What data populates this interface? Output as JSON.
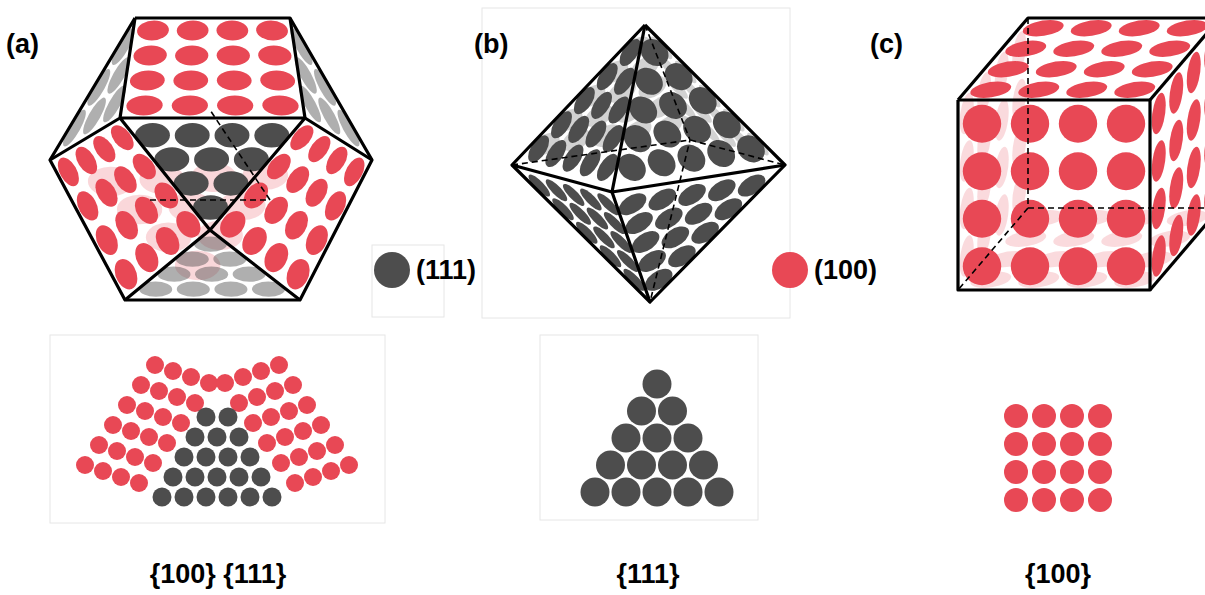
{
  "diagram": {
    "labels": [
      "(a)",
      "(b)",
      "(c)",
      "{100} {111}",
      "{111}",
      "{100}"
    ],
    "legend": [
      {
        "text": "(111)",
        "color": "#4d4d4d"
      },
      {
        "text": "(100)",
        "color": "#e84855"
      }
    ]
  }
}
